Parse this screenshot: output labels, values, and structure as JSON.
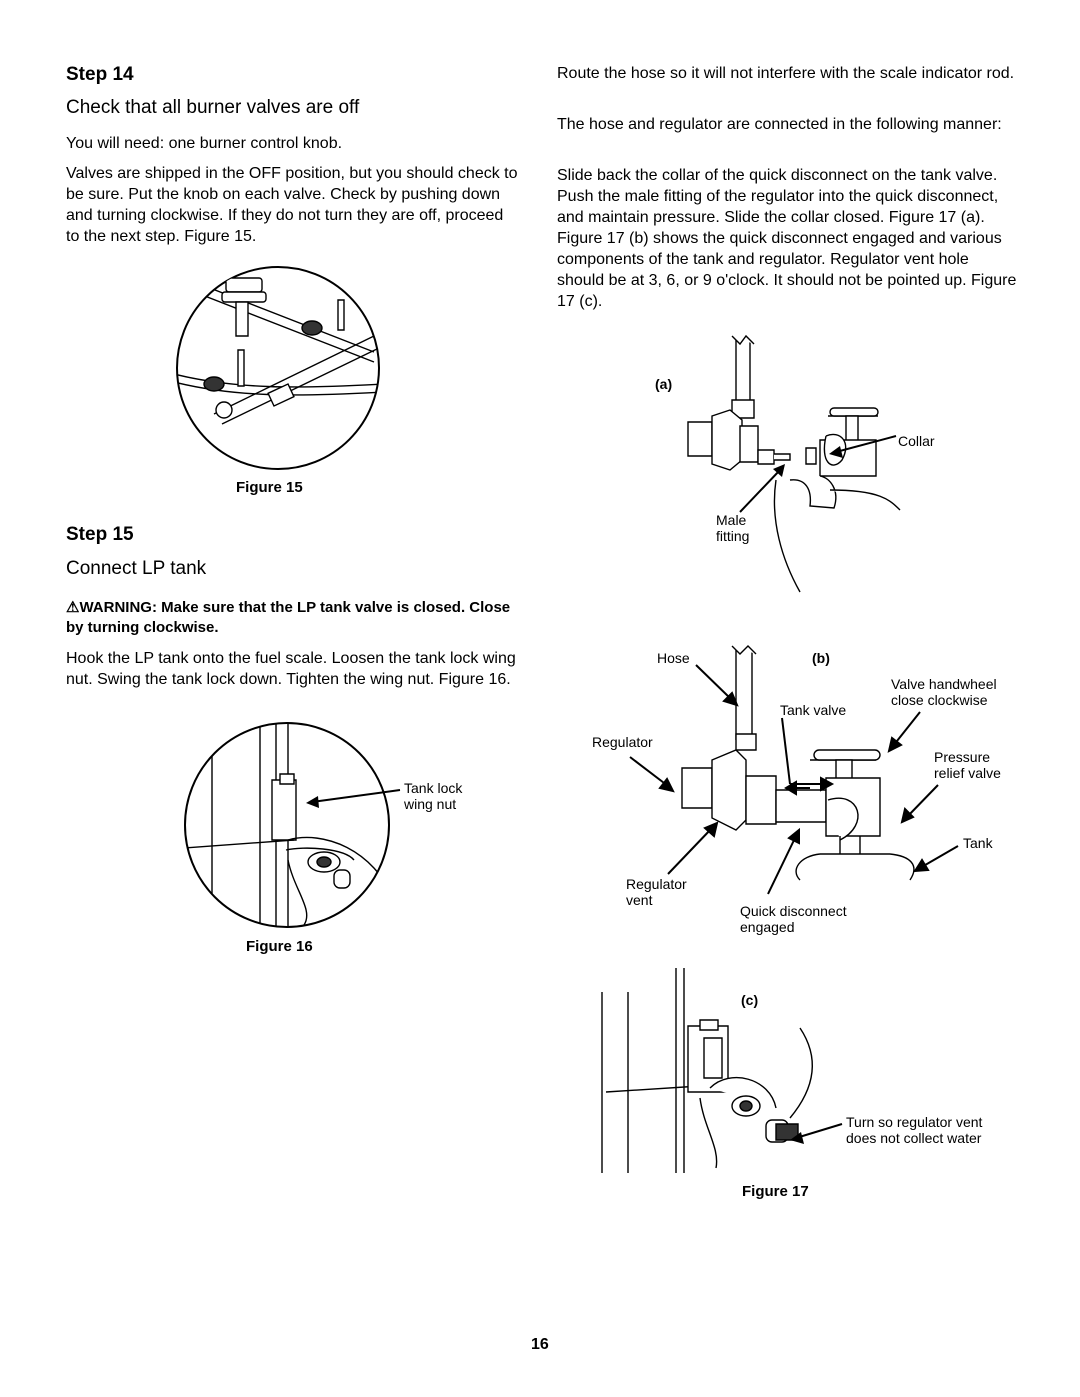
{
  "left": {
    "step14": {
      "label": "Step 14",
      "title": "Check that all burner valves are off",
      "need": "You will need: one burner control knob.",
      "body": "Valves are shipped in the OFF position, but you should check to be sure. Put the knob on each valve. Check by pushing down and turning clockwise. If they do not turn they are off, proceed to the next step. Figure 15.",
      "figure": "Figure 15"
    },
    "step15": {
      "label": "Step 15",
      "title": "Connect LP tank",
      "warning_symbol": "⚠",
      "warning": "WARNING: Make sure that the LP tank valve is closed. Close by turning clockwise.",
      "body": "Hook the LP tank onto the fuel scale. Loosen the tank lock wing nut. Swing the tank lock down. Tighten the wing nut. Figure 16.",
      "callout_tank_lock": "Tank lock\nwing nut",
      "figure": "Figure 16"
    }
  },
  "right": {
    "para1": "Route the hose so it will not interfere with the scale indicator rod.",
    "para2": "The hose and regulator are connected in the following manner:",
    "para3": "Slide back the collar of the quick disconnect on the tank valve. Push the male fitting of the regulator into the quick disconnect, and maintain pressure. Slide the collar closed. Figure 17 (a). Figure 17 (b) shows the quick disconnect engaged and various components of the tank and regulator. Regulator vent hole should be at 3, 6, or 9 o'clock. It should not be pointed up. Figure 17 (c).",
    "fig_a": {
      "tag": "(a)",
      "collar": "Collar",
      "male_fitting": "Male\nfitting"
    },
    "fig_b": {
      "tag": "(b)",
      "hose": "Hose",
      "tank_valve": "Tank valve",
      "valve_handwheel": "Valve handwheel\nclose clockwise",
      "regulator": "Regulator",
      "pressure_relief": "Pressure\nrelief valve",
      "tank": "Tank",
      "regulator_vent": "Regulator\nvent",
      "quick_disconnect": "Quick disconnect\nengaged"
    },
    "fig_c": {
      "tag": "(c)",
      "turn_note": "Turn so regulator vent\ndoes not collect water"
    },
    "figure": "Figure 17"
  },
  "page_number": "16"
}
